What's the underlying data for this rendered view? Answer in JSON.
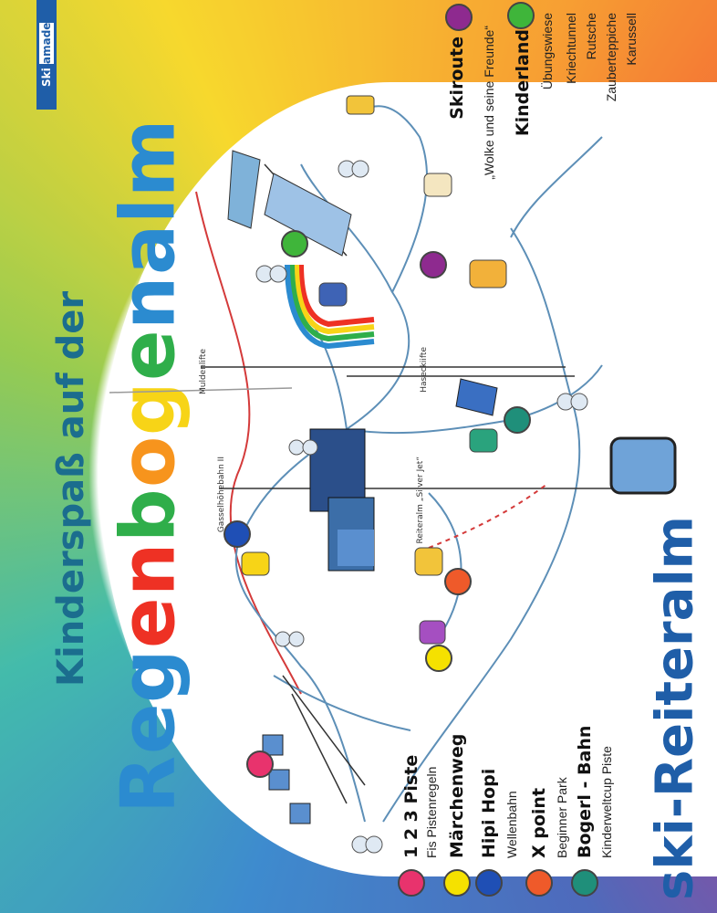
{
  "brand": {
    "ski": "Ski",
    "amade": "amade"
  },
  "title_small": "Kinderspaß auf der",
  "title_big": {
    "letters": [
      {
        "ch": "R",
        "color": "#2b8bd0"
      },
      {
        "ch": "e",
        "color": "#2b8bd0"
      },
      {
        "ch": "g",
        "color": "#2b8bd0"
      },
      {
        "ch": "e",
        "color": "#ee3124"
      },
      {
        "ch": "n",
        "color": "#ee3124"
      },
      {
        "ch": "b",
        "color": "#2fae4a"
      },
      {
        "ch": "o",
        "color": "#f7941d"
      },
      {
        "ch": "g",
        "color": "#f7d417"
      },
      {
        "ch": "e",
        "color": "#2fae4a"
      },
      {
        "ch": "n",
        "color": "#2b8bd0"
      },
      {
        "ch": "a",
        "color": "#2b8bd0"
      },
      {
        "ch": "l",
        "color": "#2b8bd0"
      },
      {
        "ch": "m",
        "color": "#2b8bd0"
      }
    ]
  },
  "title_bottom": "ski-Reiteralm",
  "legend": [
    {
      "label": "1 2 3 Piste",
      "sub": "Fis Pistenregeln",
      "color": "#e8336d"
    },
    {
      "label": "Märchenweg",
      "sub": "",
      "color": "#f5e100"
    },
    {
      "label": "Hipi Hopi",
      "sub": "Wellenbahn",
      "color": "#1f4fb5"
    },
    {
      "label": "X point",
      "sub": "Beginner Park",
      "color": "#ef5a2a"
    },
    {
      "label": "Bogerl - Bahn",
      "sub": "Kinderweltcup Piste",
      "color": "#1f8f7a"
    }
  ],
  "skiroute": {
    "label": "Skiroute",
    "sub": "„Wolke und seine Freunde“",
    "color": "#8e2a8f"
  },
  "kinderland": {
    "label": "Kinderland",
    "color": "#3fb53a",
    "items": [
      "Übungswiese",
      "Kriechtunnel",
      "Rutsche",
      "Zauberteppiche",
      "Karussell"
    ]
  },
  "lifts": {
    "muldenlifte": "Muldenlifte",
    "hasecklifte": "Haseckiifte",
    "gasselhoehe": "Gasselhöhebahn II",
    "reiteralm": "Reiteralm „Silver Jet“"
  }
}
